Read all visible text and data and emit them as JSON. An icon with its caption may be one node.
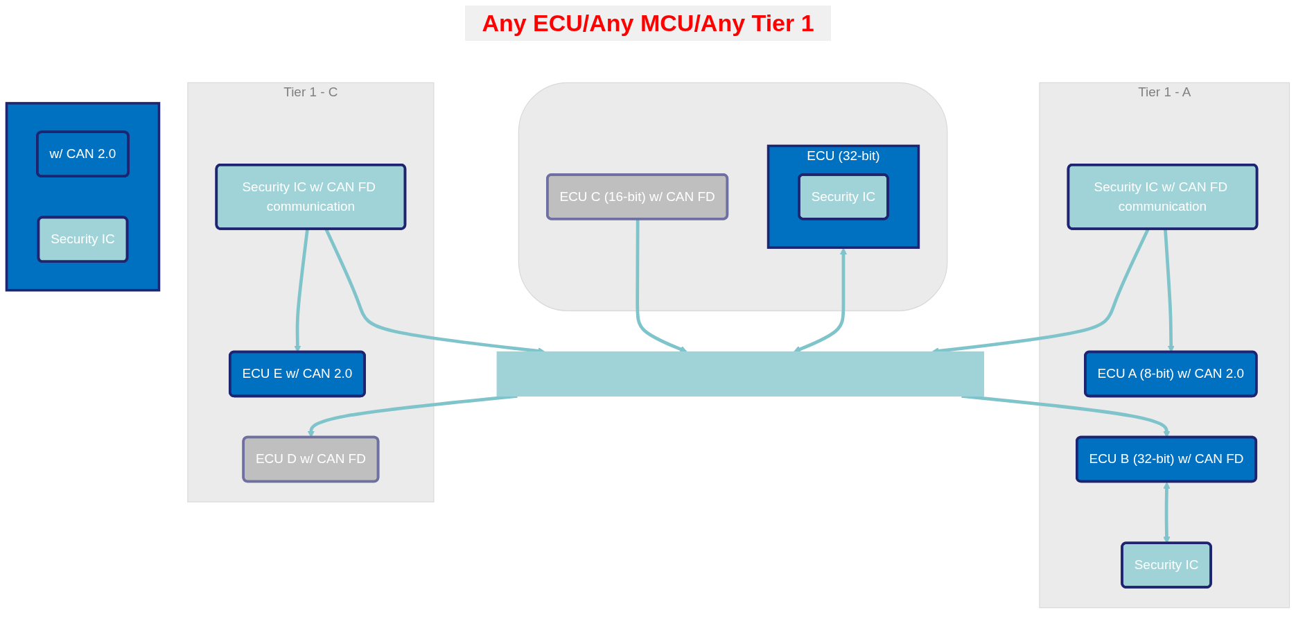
{
  "diagram": {
    "nodes": [
      {
        "text": [
          "Tier 1 - A"
        ]
      },
      {
        "text": [
          "ECU A (8-bit) w/ CAN 2.0"
        ],
        "in": 0
      },
      {
        "text": [
          "ECU B (32-bit) w/ CAN FD"
        ],
        "in": 0
      },
      {
        "text": [
          "Security IC w/ CAN FD communication"
        ],
        "in": 0
      },
      {
        "text": [
          "Security IC"
        ],
        "in": 0
      },
      {
        "text": [],
        "shape": "ellipse"
      },
      {
        "text": [
          "ECU C (16-bit) w/ CAN FD"
        ],
        "in": 5
      },
      {
        "text": [
          "ECU (32-bit)"
        ],
        "in": 5
      },
      {
        "text": [
          "Security IC"
        ],
        "in": 7
      },
      {
        "text": [],
        "shape": "bar"
      },
      {
        "text": [
          "Tier 1 - C"
        ]
      },
      {
        "text": [
          "Security IC w/ CAN FD communication"
        ],
        "in": 10
      },
      {
        "text": [
          "ECU D w/ CAN FD"
        ],
        "in": 10
      },
      {
        "text": [
          "ECU E w/ CAN 2.0"
        ],
        "in": 10
      },
      {
        "text": [],
        "shape": "box"
      },
      {
        "text": [
          "w/ CAN 2.0"
        ],
        "in": 14
      },
      {
        "text": [
          "Security IC"
        ],
        "in": 14
      }
    ],
    "edges": [
      {
        "from": 3,
        "to": 1,
        "arrow": "to"
      },
      {
        "from": 3,
        "to": 9,
        "arrow": "to"
      },
      {
        "from": 2,
        "to": 4,
        "arrow": "both"
      },
      {
        "from": 9,
        "to": 2,
        "arrow": "to"
      },
      {
        "from": 6,
        "to": 9,
        "arrow": "to"
      },
      {
        "from": 7,
        "to": 9,
        "arrow": "both"
      },
      {
        "from": 9,
        "to": 12,
        "arrow": "to"
      },
      {
        "from": 11,
        "to": 9,
        "arrow": "to"
      },
      {
        "from": 11,
        "to": 13,
        "arrow": "to"
      }
    ],
    "labels": [
      "Any ECU/Any MCU/Any Tier 1"
    ]
  }
}
